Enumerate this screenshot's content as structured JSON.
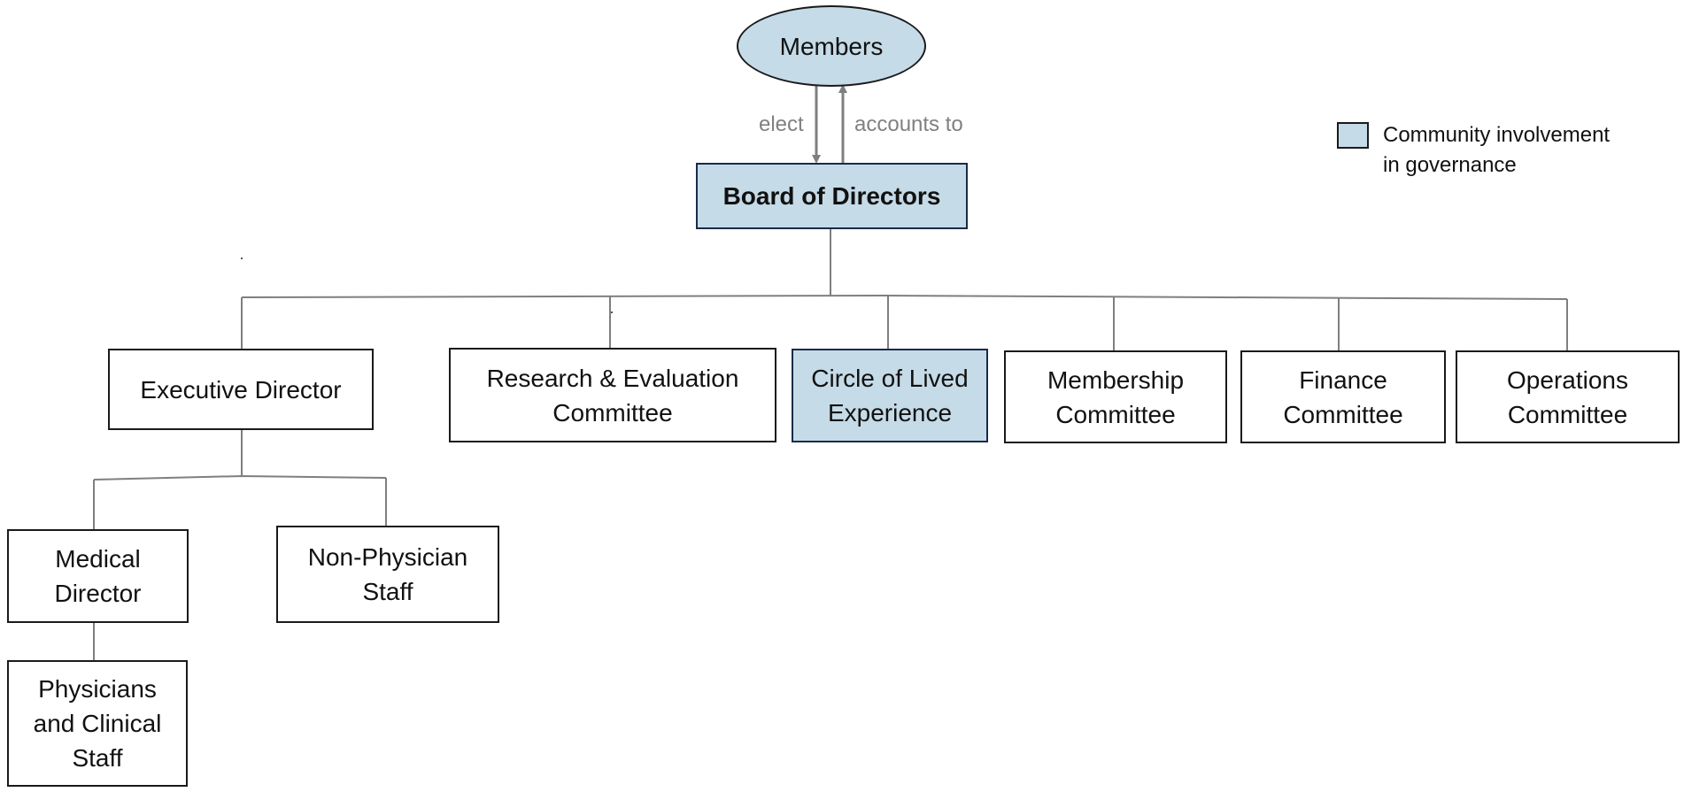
{
  "nodes": {
    "members": "Members",
    "board": "Board of Directors",
    "executive_director": "Executive Director",
    "research_evaluation": "Research & Evaluation\nCommittee",
    "circle_lived_experience": "Circle of Lived\nExperience",
    "membership": "Membership\nCommittee",
    "finance": "Finance\nCommittee",
    "operations": "Operations\nCommittee",
    "medical_director": "Medical\nDirector",
    "non_physician_staff": "Non-Physician\nStaff",
    "physicians_clinical": "Physicians\nand Clinical\nStaff"
  },
  "edges": {
    "elect": "elect",
    "accounts_to": "accounts to"
  },
  "legend": {
    "label": "Community involvement\nin governance",
    "color": "#c5dbe7"
  },
  "colors": {
    "community_fill": "#c5dbe7",
    "connector": "#7f7f7f",
    "border": "#1a1a1a"
  }
}
